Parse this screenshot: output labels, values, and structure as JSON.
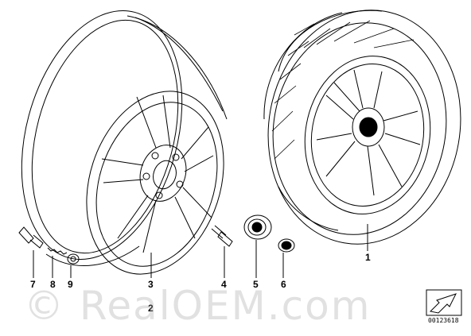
{
  "callouts": {
    "c1": "1",
    "c2": "2",
    "c3": "3",
    "c4": "4",
    "c5": "5",
    "c6": "6",
    "c7": "7",
    "c8": "8",
    "c9": "9"
  },
  "watermark": "© RealOEM.com",
  "diagram_code": "00123618"
}
